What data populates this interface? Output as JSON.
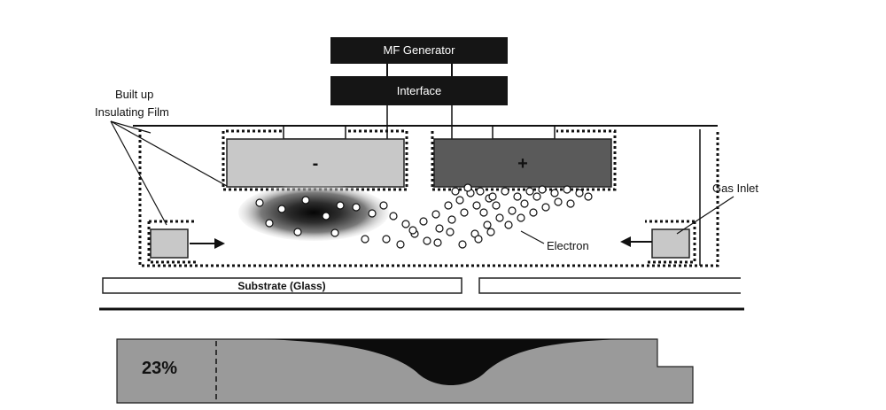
{
  "boxes": {
    "generator": "MF Generator",
    "interface": "Interface"
  },
  "electrodes": {
    "cathode_sign": "-",
    "anode_sign": "+"
  },
  "callouts": {
    "film_line1": "Built up",
    "film_line2": "Insulating Film",
    "gas_inlet": "Gas Inlet",
    "electron": "Electron"
  },
  "substrate": {
    "label": "Substrate (Glass)"
  },
  "profile": {
    "percent_label": "23%"
  },
  "colors": {
    "dark_box": "#151515",
    "cathode_fill": "#c8c8c8",
    "anode_fill": "#5a5a5a",
    "profile_fill": "#9a9a9a",
    "dashed": "#111111"
  }
}
